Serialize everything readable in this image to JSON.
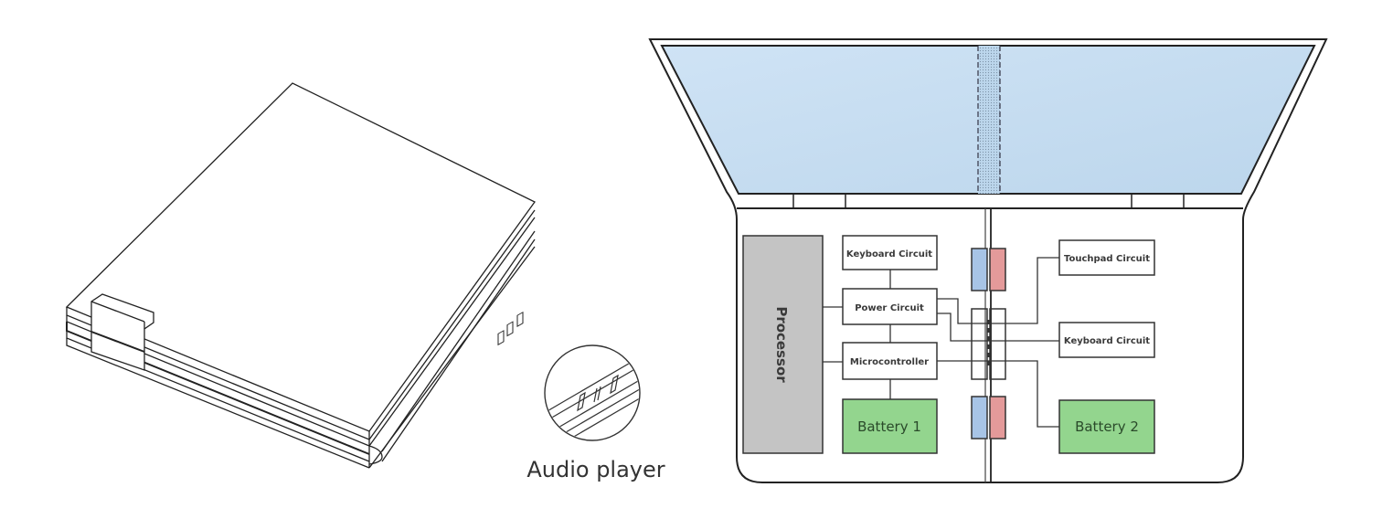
{
  "figure": {
    "left_view": {
      "description": "Folded laptop isometric view",
      "inset_caption": "Audio player",
      "audio_controls": [
        "previous-icon",
        "pause-icon",
        "next-icon"
      ]
    },
    "right_view": {
      "description": "Unfolded foldable laptop block diagram",
      "screen_color": "#c6ddf0",
      "hinge_pattern": "dotted",
      "left_half": {
        "processor": "Processor",
        "keyboard_circuit": "Keyboard Circuit",
        "power_circuit": "Power Circuit",
        "microcontroller": "Microcontroller",
        "battery": "Battery 1"
      },
      "right_half": {
        "touchpad_circuit": "Touchpad Circuit",
        "keyboard_circuit": "Keyboard Circuit",
        "battery": "Battery 2"
      },
      "colors": {
        "processor": "#c4c4c4",
        "battery": "#93d58e",
        "magnet_blue": "#a7c4e6",
        "magnet_red": "#e49a9a",
        "line": "#333333"
      }
    }
  }
}
